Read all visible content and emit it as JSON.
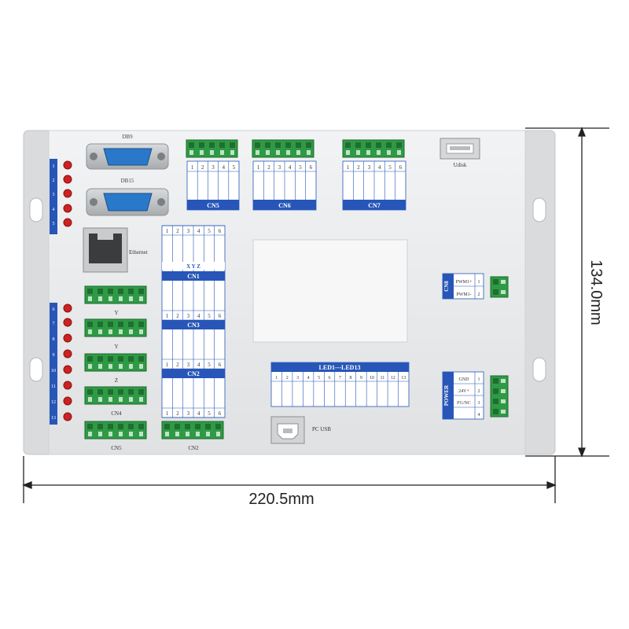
{
  "dimensions": {
    "width_label": "220.5mm",
    "height_label": "134.0mm"
  },
  "board": {
    "led_numbers": [
      "1",
      "2",
      "3",
      "4",
      "5",
      "6",
      "7",
      "8",
      "9",
      "10",
      "11",
      "12",
      "13"
    ],
    "db9_top_label": "DB9",
    "db9_bottom_label": "DB15",
    "ethernet_label": "Ethernet",
    "udisk_label": "Udisk",
    "pc_usb_label": "PC USB",
    "left_connector_labels": [
      "Y",
      "Y",
      "Z",
      "CN4",
      "CN5"
    ],
    "cn2_bottom_label": "CN2",
    "top_blocks": [
      {
        "title": "CN5",
        "pins": [
          "1",
          "2",
          "3",
          "4",
          "5"
        ]
      },
      {
        "title": "CN6",
        "pins": [
          "1",
          "2",
          "3",
          "4",
          "5",
          "6"
        ]
      },
      {
        "title": "CN7",
        "pins": [
          "1",
          "2",
          "3",
          "4",
          "5",
          "6"
        ]
      }
    ],
    "middle_tables": [
      {
        "title": "CN1",
        "pins": [
          "1",
          "2",
          "3",
          "4",
          "5",
          "6"
        ]
      },
      {
        "title": "CN3",
        "pins": [
          "1",
          "2",
          "3",
          "4",
          "5",
          "6"
        ]
      },
      {
        "title": "CN2",
        "pins": [
          "1",
          "2",
          "3",
          "4",
          "5",
          "6"
        ]
      }
    ],
    "middle_xyz": "X  Y  Z",
    "led_header": "LED1---LED13",
    "led_pins": [
      "1",
      "2",
      "3",
      "4",
      "5",
      "6",
      "7",
      "8",
      "9",
      "10",
      "11",
      "12",
      "13"
    ],
    "cn8_title": "CN8",
    "cn8_rows": [
      {
        "label": "PWM1+",
        "pin": "1"
      },
      {
        "label": "PWM1-",
        "pin": "2"
      }
    ],
    "power_title": "POWER",
    "power_rows": [
      {
        "label": "GND",
        "pin": "1"
      },
      {
        "label": "24V+",
        "pin": "2"
      },
      {
        "label": "FG/NC",
        "pin": "3"
      },
      {
        "label": "",
        "pin": "4"
      }
    ]
  },
  "colors": {
    "accent_blue": "#2756b8",
    "led_red": "#cc2222",
    "connector_green": "#2f9a45",
    "board_gray": "#e8eaec"
  }
}
